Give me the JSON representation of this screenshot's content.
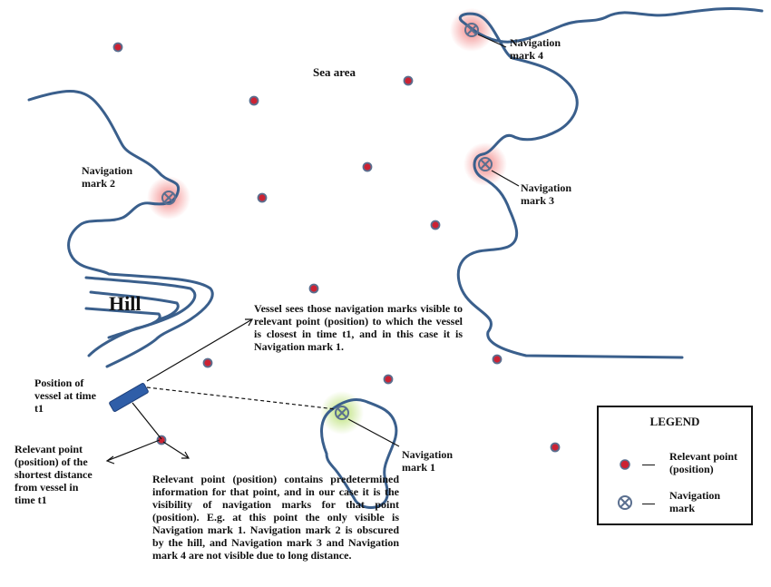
{
  "labels": {
    "sea_area": "Sea area",
    "hill": "Hill",
    "nav_mark_1": "Navigation\nmark 1",
    "nav_mark_2": "Navigation\nmark 2",
    "nav_mark_3": "Navigation\nmark  3",
    "nav_mark_4": "Navigation\nmark 4",
    "vessel_position": "Position of\nvessel at time\nt1",
    "relevant_point_shortest": "Relevant point\n(position)  of the\nshortest distance\nfrom vessel in\ntime  t1",
    "vessel_sees": "Vessel sees those navigation marks visible to relevant point (position) to which the vessel is closest in time t1, and in this case it is Navigation  mark 1.",
    "relevant_point_info": "Relevant point (position) contains predetermined information for that point, and in our case it is the visibility of navigation marks for that point (position). E.g. at this point the only visible is Navigation  mark 1. Navigation mark 2 is obscured by the hill, and Navigation mark 3 and Navigation  mark 4 are not visible due to long distance."
  },
  "legend": {
    "title": "LEGEND",
    "relevant_point": "Relevant  point\n(position)",
    "navigation_mark": "Navigation\nmark"
  },
  "colors": {
    "coastline": "#3a5f8c",
    "vessel": "#2f5ea8",
    "point_fill": "#cc2233",
    "point_ring": "#5a6f8f",
    "glow_red": "#f08080",
    "glow_green": "#b5de6a"
  },
  "icons": {
    "relevant_point": "red-dot-icon",
    "navigation_mark": "circled-x-icon",
    "vessel": "vessel-icon"
  }
}
